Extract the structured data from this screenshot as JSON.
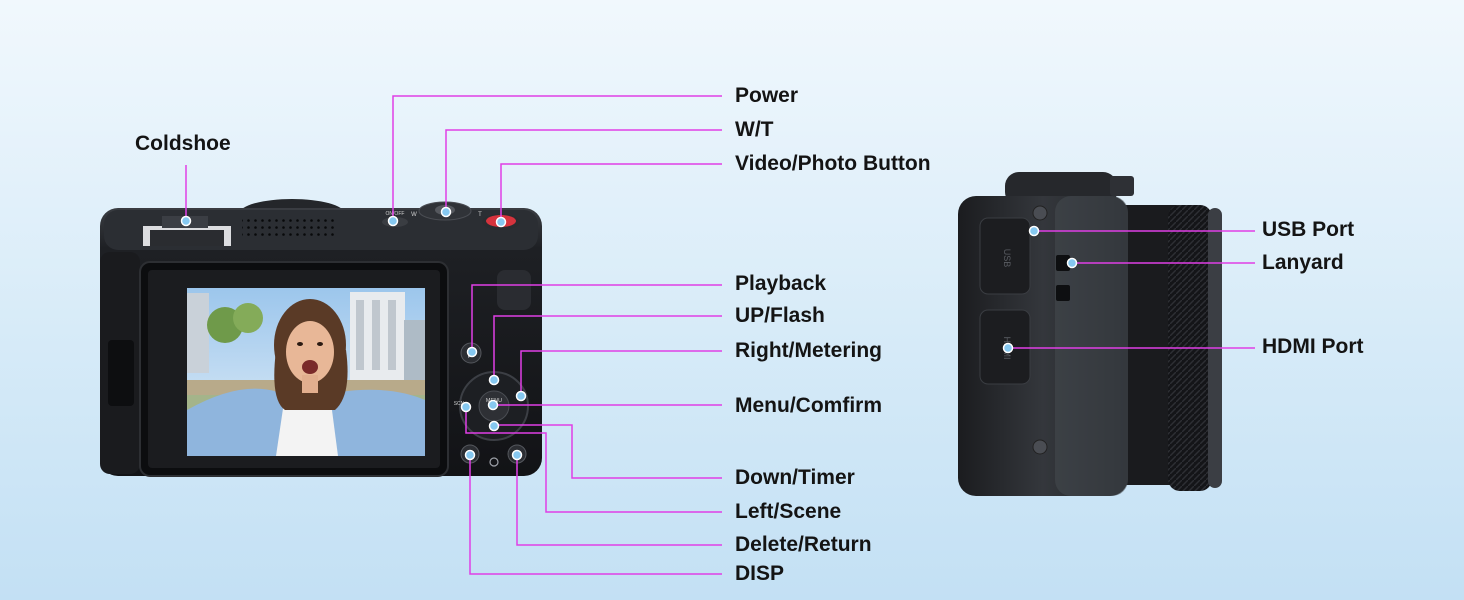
{
  "accent_color": "#e03fe6",
  "dot_color": "#86c8f0",
  "front_labels": {
    "coldshoe": "Coldshoe",
    "power": "Power",
    "wt": "W/T",
    "video_photo": "Video/Photo Button",
    "playback": "Playback",
    "up_flash": "UP/Flash",
    "right_metering": "Right/Metering",
    "menu_confirm": "Menu/Comfirm",
    "down_timer": "Down/Timer",
    "left_scene": "Left/Scene",
    "delete_return": "Delete/Return",
    "disp": "DISP"
  },
  "side_labels": {
    "usb": "USB Port",
    "lanyard": "Lanyard",
    "hdmi": "HDMI Port"
  },
  "camera_markings": {
    "on_off": "ON/OFF",
    "w": "W",
    "t": "T",
    "menu": "MENU",
    "scn": "SCN",
    "usb_door": "USB",
    "hdmi_door": "HDMI"
  }
}
